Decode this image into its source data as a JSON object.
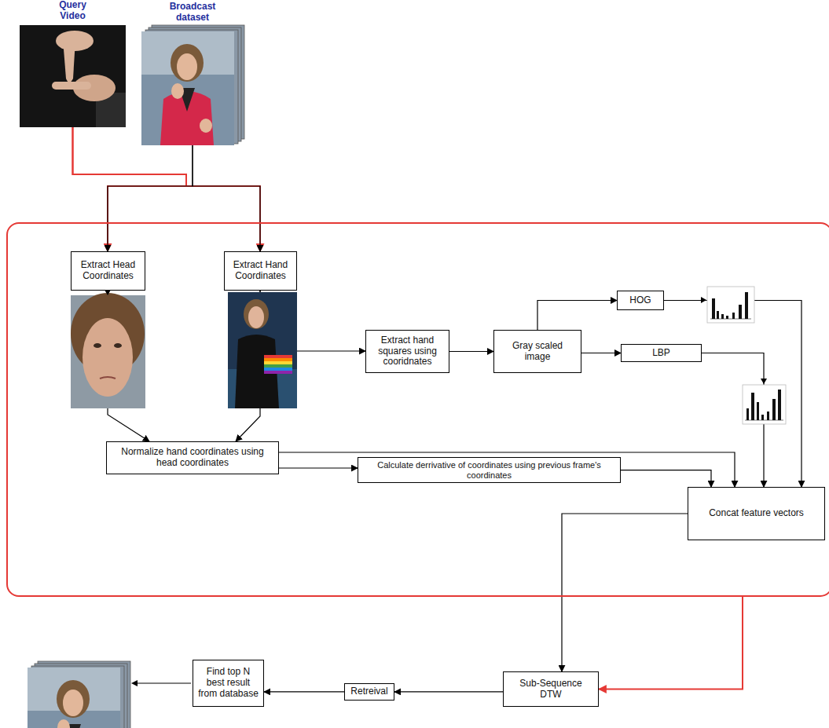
{
  "diagram": {
    "nodes": [
      {
        "text": [
          "Query Video"
        ]
      },
      {
        "text": [
          "Broadcast dataset"
        ]
      },
      {
        "text": []
      },
      {
        "text": [
          "Extract Head Coordinates"
        ],
        "in": 2
      },
      {
        "text": [
          "Extract Hand Coordinates"
        ],
        "in": 2
      },
      {
        "text": [
          "Extract hand squares using cooridnates"
        ],
        "in": 2
      },
      {
        "text": [
          "Gray scaled image"
        ],
        "in": 2
      },
      {
        "text": [
          "HOG"
        ],
        "in": 2
      },
      {
        "text": [
          "LBP"
        ],
        "in": 2
      },
      {
        "text": [
          "Normalize hand coordinates using head coordinates"
        ],
        "in": 2
      },
      {
        "text": [
          "Calculate derrivative of coordinates using previous frame's coordinates"
        ],
        "in": 2
      },
      {
        "text": [
          "Concat feature vectors"
        ],
        "in": 2
      },
      {
        "text": [
          "Sub-Sequence DTW"
        ]
      },
      {
        "text": [
          "Retreival"
        ]
      },
      {
        "text": [
          "Find top N best result from database"
        ]
      }
    ],
    "edges": [
      {
        "from": 0,
        "to": 3,
        "arrow": "to"
      },
      {
        "from": 0,
        "to": 4,
        "arrow": "to"
      },
      {
        "from": 1,
        "to": 3,
        "arrow": "to"
      },
      {
        "from": 1,
        "to": 4,
        "arrow": "to"
      },
      {
        "from": 3,
        "to": 9,
        "arrow": "to"
      },
      {
        "from": 4,
        "to": 9,
        "arrow": "to"
      },
      {
        "from": 4,
        "to": 5,
        "arrow": "to"
      },
      {
        "from": 5,
        "to": 6,
        "arrow": "to"
      },
      {
        "from": 6,
        "to": 7,
        "arrow": "to"
      },
      {
        "from": 6,
        "to": 8,
        "arrow": "to"
      },
      {
        "from": 7,
        "to": 11,
        "arrow": "to"
      },
      {
        "from": 8,
        "to": 11,
        "arrow": "to"
      },
      {
        "from": 9,
        "to": 10,
        "arrow": "to"
      },
      {
        "from": 9,
        "to": 11,
        "arrow": "to"
      },
      {
        "from": 10,
        "to": 11,
        "arrow": "to"
      },
      {
        "from": 11,
        "to": 12,
        "arrow": "to"
      },
      {
        "from": 2,
        "to": 12,
        "arrow": "to"
      },
      {
        "from": 12,
        "to": 13,
        "arrow": "to"
      },
      {
        "from": 13,
        "to": 14,
        "arrow": "to"
      }
    ]
  }
}
